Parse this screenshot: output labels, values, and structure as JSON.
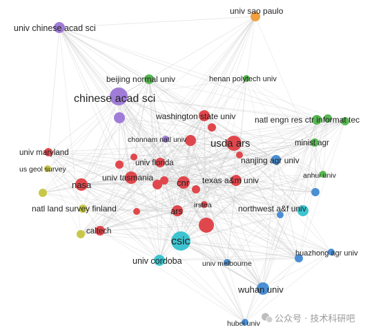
{
  "diagram": {
    "type": "co-authorship-network",
    "cluster_colors": {
      "red": "#e0474c",
      "green": "#58b851",
      "blue": "#4a8fd4",
      "yellow": "#c8c848",
      "purple": "#a07cd8",
      "cyan": "#3ec4d0",
      "orange": "#f0a040"
    },
    "edge_color": "#c8c8c8",
    "nodes": [
      {
        "id": "univ_sao_paulo",
        "label": "univ sao paulo",
        "cluster": "orange",
        "weight": 2
      },
      {
        "id": "univ_chinese_acad_sci",
        "label": "univ chinese acad sci",
        "cluster": "purple",
        "weight": 2
      },
      {
        "id": "beijing_normal_univ",
        "label": "beijing normal univ",
        "cluster": "green",
        "weight": 2
      },
      {
        "id": "henan_polytech_univ",
        "label": "henan polytech univ",
        "cluster": "green",
        "weight": 1
      },
      {
        "id": "chinese_acad_sci",
        "label": "chinese acad sci",
        "cluster": "purple",
        "weight": 5
      },
      {
        "id": "washington_state_univ",
        "label": "washington state univ",
        "cluster": "red",
        "weight": 2
      },
      {
        "id": "natl_engn_res_ctr_informat_tec",
        "label": "natl engn res ctr informat tec",
        "cluster": "green",
        "weight": 2
      },
      {
        "id": "chonnam_natl_univ",
        "label": "chonnam natl univ",
        "cluster": "purple",
        "weight": 1
      },
      {
        "id": "usda_ars",
        "label": "usda ars",
        "cluster": "red",
        "weight": 4
      },
      {
        "id": "minist_agr",
        "label": "minist agr",
        "cluster": "green",
        "weight": 2
      },
      {
        "id": "univ_maryland",
        "label": "univ maryland",
        "cluster": "red",
        "weight": 2
      },
      {
        "id": "univ_florida",
        "label": "univ florida",
        "cluster": "red",
        "weight": 2
      },
      {
        "id": "nanjing_agr_univ",
        "label": "nanjing agr univ",
        "cluster": "blue",
        "weight": 2
      },
      {
        "id": "us_geol_survey",
        "label": "us geol survey",
        "cluster": "yellow",
        "weight": 1
      },
      {
        "id": "anhui_univ",
        "label": "anhui univ",
        "cluster": "green",
        "weight": 1
      },
      {
        "id": "univ_tasmania",
        "label": "univ tasmania",
        "cluster": "red",
        "weight": 2
      },
      {
        "id": "texas_am_univ",
        "label": "texas a&m univ",
        "cluster": "red",
        "weight": 2
      },
      {
        "id": "nasa",
        "label": "nasa",
        "cluster": "red",
        "weight": 2
      },
      {
        "id": "cnr",
        "label": "cnr",
        "cluster": "red",
        "weight": 2
      },
      {
        "id": "irstea",
        "label": "irstea",
        "cluster": "red",
        "weight": 1
      },
      {
        "id": "natl_land_survey_finland",
        "label": "natl land survey finland",
        "cluster": "yellow",
        "weight": 1
      },
      {
        "id": "ars",
        "label": "ars",
        "cluster": "red",
        "weight": 2
      },
      {
        "id": "northwest_af_univ",
        "label": "northwest a&f univ",
        "cluster": "cyan",
        "weight": 2
      },
      {
        "id": "caltech",
        "label": "caltech",
        "cluster": "red",
        "weight": 2
      },
      {
        "id": "csic",
        "label": "csic",
        "cluster": "cyan",
        "weight": 4
      },
      {
        "id": "huazhong_agr_univ",
        "label": "huazhong agr univ",
        "cluster": "blue",
        "weight": 1
      },
      {
        "id": "univ_cordoba",
        "label": "univ cordoba",
        "cluster": "cyan",
        "weight": 2
      },
      {
        "id": "univ_melbourne",
        "label": "univ melbourne",
        "cluster": "blue",
        "weight": 1
      },
      {
        "id": "wuhan_univ",
        "label": "wuhan univ",
        "cluster": "blue",
        "weight": 3
      },
      {
        "id": "hubei_univ",
        "label": "hubei univ",
        "cluster": "blue",
        "weight": 1
      },
      {
        "id": "u1",
        "label": "",
        "cluster": "red",
        "weight": 3
      },
      {
        "id": "u2",
        "label": "",
        "cluster": "red",
        "weight": 2
      },
      {
        "id": "u3",
        "label": "",
        "cluster": "red",
        "weight": 2
      },
      {
        "id": "u4",
        "label": "",
        "cluster": "red",
        "weight": 1
      },
      {
        "id": "u5",
        "label": "",
        "cluster": "red",
        "weight": 1
      },
      {
        "id": "u6",
        "label": "",
        "cluster": "red",
        "weight": 1
      },
      {
        "id": "u7",
        "label": "",
        "cluster": "red",
        "weight": 1
      },
      {
        "id": "u8",
        "label": "",
        "cluster": "red",
        "weight": 1
      },
      {
        "id": "u9",
        "label": "",
        "cluster": "red",
        "weight": 1
      },
      {
        "id": "u10",
        "label": "",
        "cluster": "red",
        "weight": 1
      },
      {
        "id": "u11",
        "label": "",
        "cluster": "green",
        "weight": 1
      },
      {
        "id": "u12",
        "label": "",
        "cluster": "green",
        "weight": 1
      },
      {
        "id": "u13",
        "label": "",
        "cluster": "purple",
        "weight": 2
      },
      {
        "id": "u14",
        "label": "",
        "cluster": "yellow",
        "weight": 1
      },
      {
        "id": "u15",
        "label": "",
        "cluster": "yellow",
        "weight": 1
      },
      {
        "id": "u16",
        "label": "",
        "cluster": "blue",
        "weight": 1
      },
      {
        "id": "u17",
        "label": "",
        "cluster": "blue",
        "weight": 2
      },
      {
        "id": "u18",
        "label": "",
        "cluster": "blue",
        "weight": 1
      }
    ],
    "watermark": "公众号 · 技术科研吧"
  }
}
